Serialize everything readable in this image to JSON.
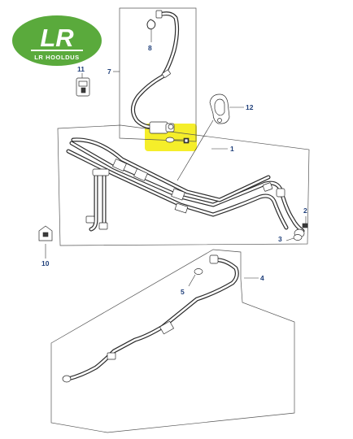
{
  "logo": {
    "main_text": "LR",
    "sub_text": "LR HOOLDUS",
    "color": "#5aaa3c"
  },
  "highlight_color": "#f5ee2a",
  "callouts": {
    "c1": "1",
    "c2": "2",
    "c3": "3",
    "c4": "4",
    "c5": "5",
    "c7": "7",
    "c8": "8",
    "c10": "10",
    "c11": "11",
    "c12": "12"
  }
}
